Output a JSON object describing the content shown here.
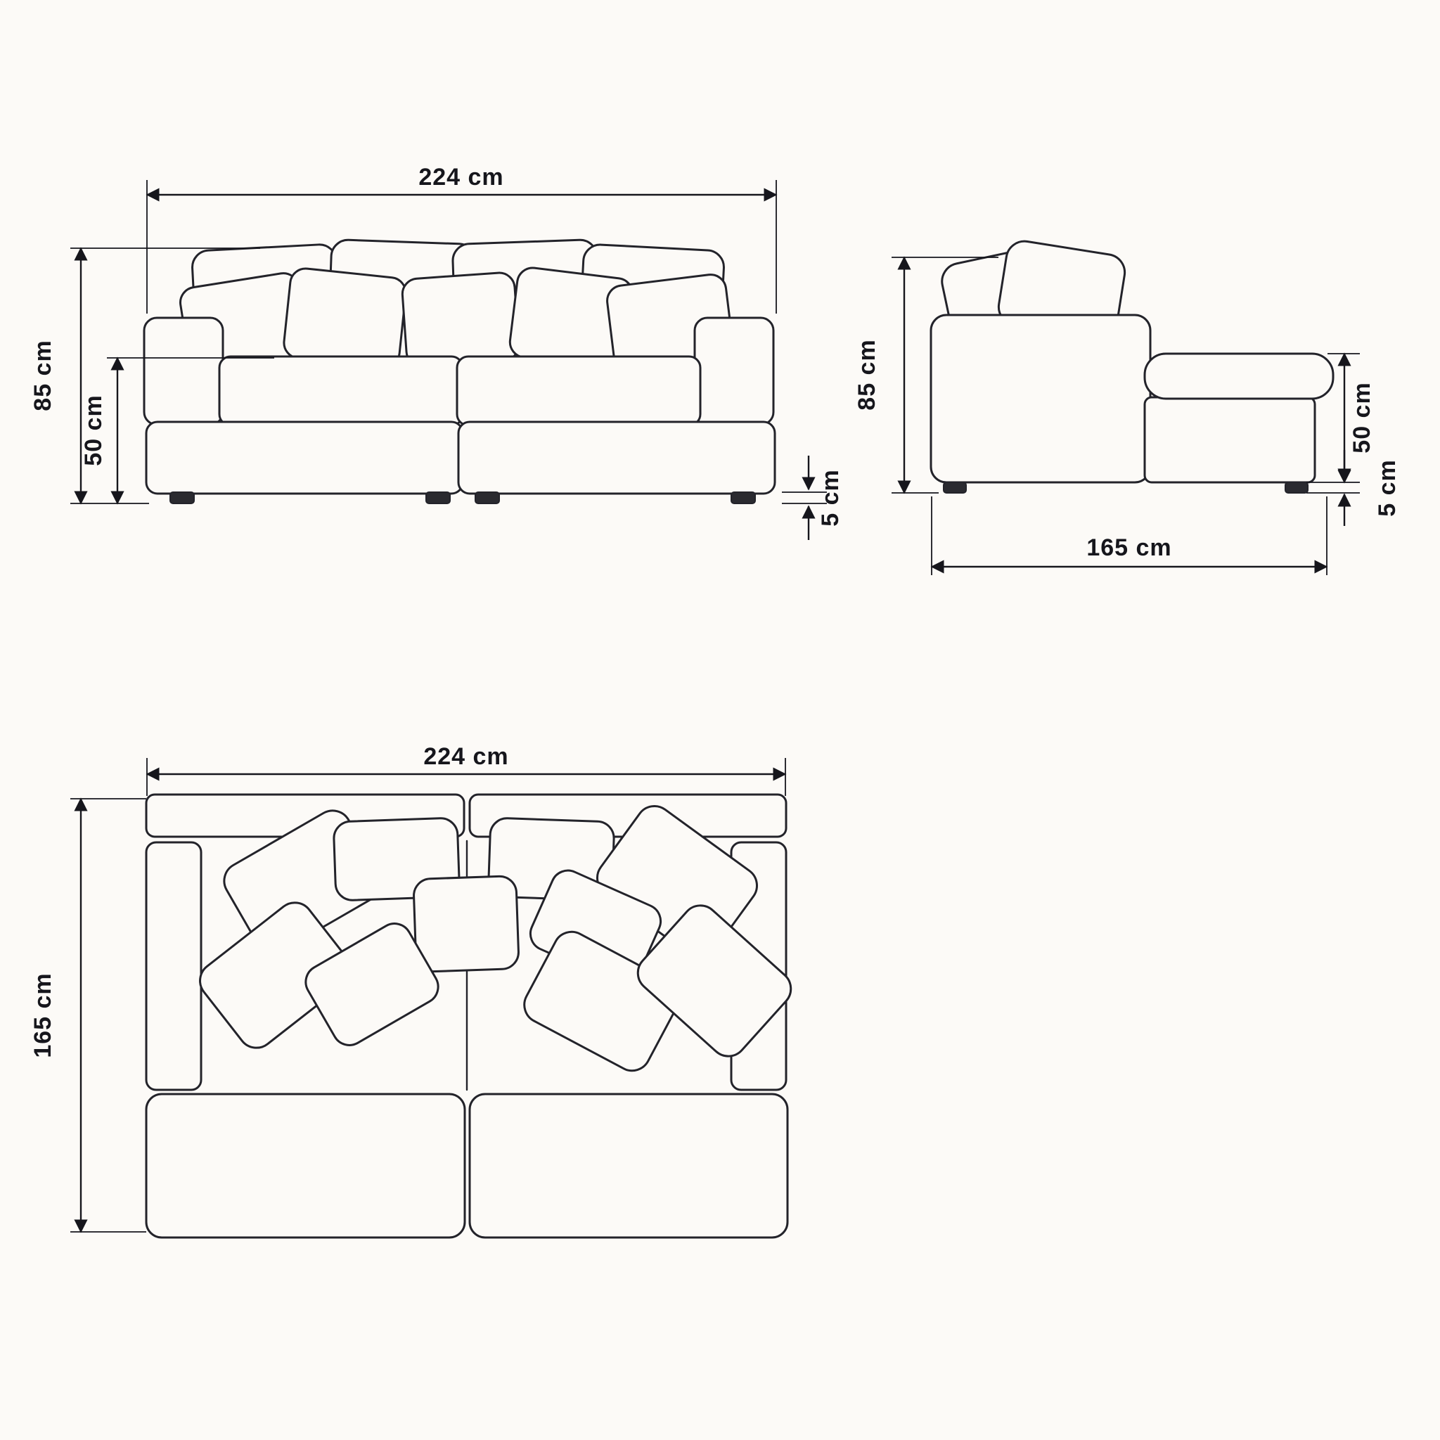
{
  "style": {
    "background": "#fcfaf7",
    "line_color": "#23232a",
    "dim_color": "#16161c"
  },
  "front_view": {
    "width_label": "224 cm",
    "height_label": "85 cm",
    "seat_height_label": "50 cm",
    "leg_height_label": "5 cm"
  },
  "side_view": {
    "height_label": "85 cm",
    "seat_height_label": "50 cm",
    "leg_height_label": "5 cm",
    "depth_label": "165 cm"
  },
  "top_view": {
    "width_label": "224 cm",
    "depth_label": "165 cm"
  }
}
